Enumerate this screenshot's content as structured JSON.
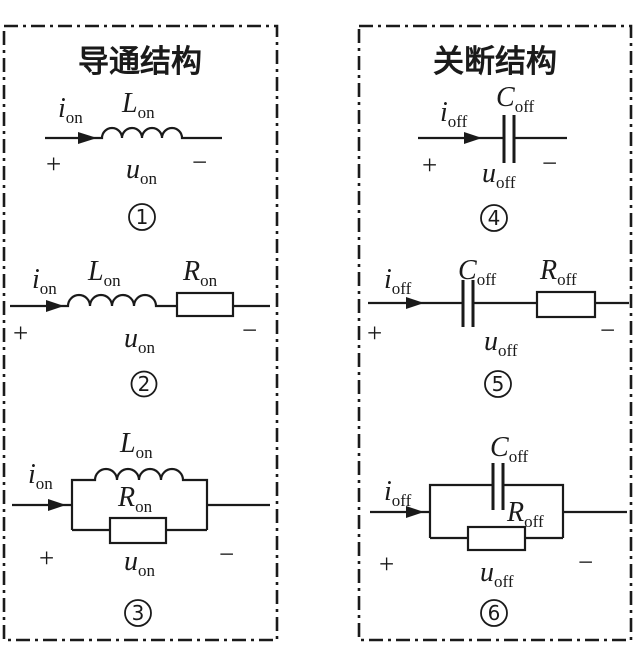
{
  "diagram": {
    "background": "#ffffff",
    "ink": "#1a1a1a"
  },
  "left_panel": {
    "title": "导通结构",
    "circuit1": {
      "number": "1",
      "current_sym": "i",
      "current_sub": "on",
      "inductor_sym": "L",
      "inductor_sub": "on",
      "voltage_sym": "u",
      "voltage_sub": "on",
      "plus_sign": "+",
      "minus_sign": "−"
    },
    "circuit2": {
      "number": "2",
      "current_sym": "i",
      "current_sub": "on",
      "inductor_sym": "L",
      "inductor_sub": "on",
      "resistor_sym": "R",
      "resistor_sub": "on",
      "voltage_sym": "u",
      "voltage_sub": "on",
      "plus_sign": "+",
      "minus_sign": "−"
    },
    "circuit3": {
      "number": "3",
      "current_sym": "i",
      "current_sub": "on",
      "inductor_sym": "L",
      "inductor_sub": "on",
      "resistor_sym": "R",
      "resistor_sub": "on",
      "voltage_sym": "u",
      "voltage_sub": "on",
      "plus_sign": "+",
      "minus_sign": "−"
    }
  },
  "right_panel": {
    "title": "关断结构",
    "circuit4": {
      "number": "4",
      "current_sym": "i",
      "current_sub": "off",
      "capacitor_sym": "C",
      "capacitor_sub": "off",
      "voltage_sym": "u",
      "voltage_sub": "off",
      "plus_sign": "+",
      "minus_sign": "−"
    },
    "circuit5": {
      "number": "5",
      "current_sym": "i",
      "current_sub": "off",
      "capacitor_sym": "C",
      "capacitor_sub": "off",
      "resistor_sym": "R",
      "resistor_sub": "off",
      "voltage_sym": "u",
      "voltage_sub": "off",
      "plus_sign": "+",
      "minus_sign": "−"
    },
    "circuit6": {
      "number": "6",
      "current_sym": "i",
      "current_sub": "off",
      "capacitor_sym": "C",
      "capacitor_sub": "off",
      "resistor_sym": "R",
      "resistor_sub": "off",
      "voltage_sym": "u",
      "voltage_sub": "off",
      "plus_sign": "+",
      "minus_sign": "−"
    }
  }
}
